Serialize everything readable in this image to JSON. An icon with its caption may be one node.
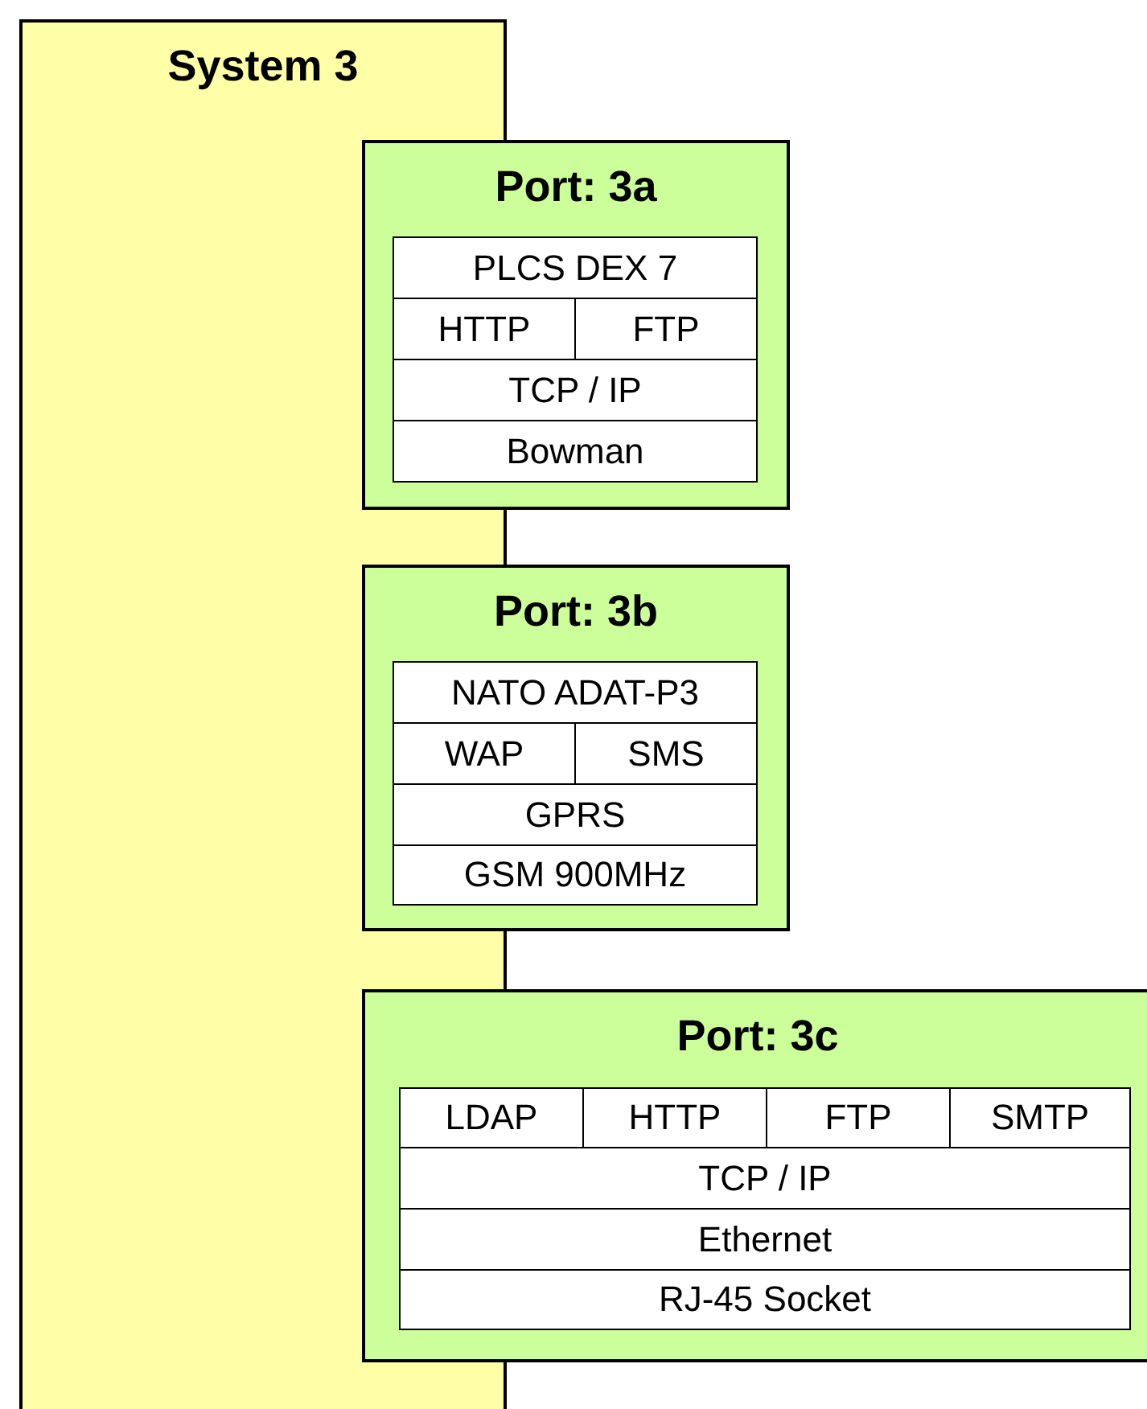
{
  "diagram": {
    "nodes": [
      {
        "text": [
          "System 3"
        ]
      },
      {
        "text": [
          "Port: 3a"
        ]
      },
      {
        "text": [
          "PLCS DEX 7"
        ],
        "in": 1
      },
      {
        "text": [
          "HTTP"
        ],
        "in": 1
      },
      {
        "text": [
          "FTP"
        ],
        "in": 1
      },
      {
        "text": [
          "TCP / IP"
        ],
        "in": 1
      },
      {
        "text": [
          "Bowman"
        ],
        "in": 1
      },
      {
        "text": [
          "Port: 3b"
        ]
      },
      {
        "text": [
          "NATO ADAT-P3"
        ],
        "in": 7
      },
      {
        "text": [
          "WAP"
        ],
        "in": 7
      },
      {
        "text": [
          "SMS"
        ],
        "in": 7
      },
      {
        "text": [
          "GPRS"
        ],
        "in": 7
      },
      {
        "text": [
          "GSM 900MHz"
        ],
        "in": 7
      },
      {
        "text": [
          "Port: 3c"
        ]
      },
      {
        "text": [
          "LDAP"
        ],
        "in": 13
      },
      {
        "text": [
          "HTTP"
        ],
        "in": 13
      },
      {
        "text": [
          "FTP"
        ],
        "in": 13
      },
      {
        "text": [
          "SMTP"
        ],
        "in": 13
      },
      {
        "text": [
          "TCP / IP"
        ],
        "in": 13
      },
      {
        "text": [
          "Ethernet"
        ],
        "in": 13
      },
      {
        "text": [
          "RJ-45 Socket"
        ],
        "in": 13
      }
    ]
  }
}
